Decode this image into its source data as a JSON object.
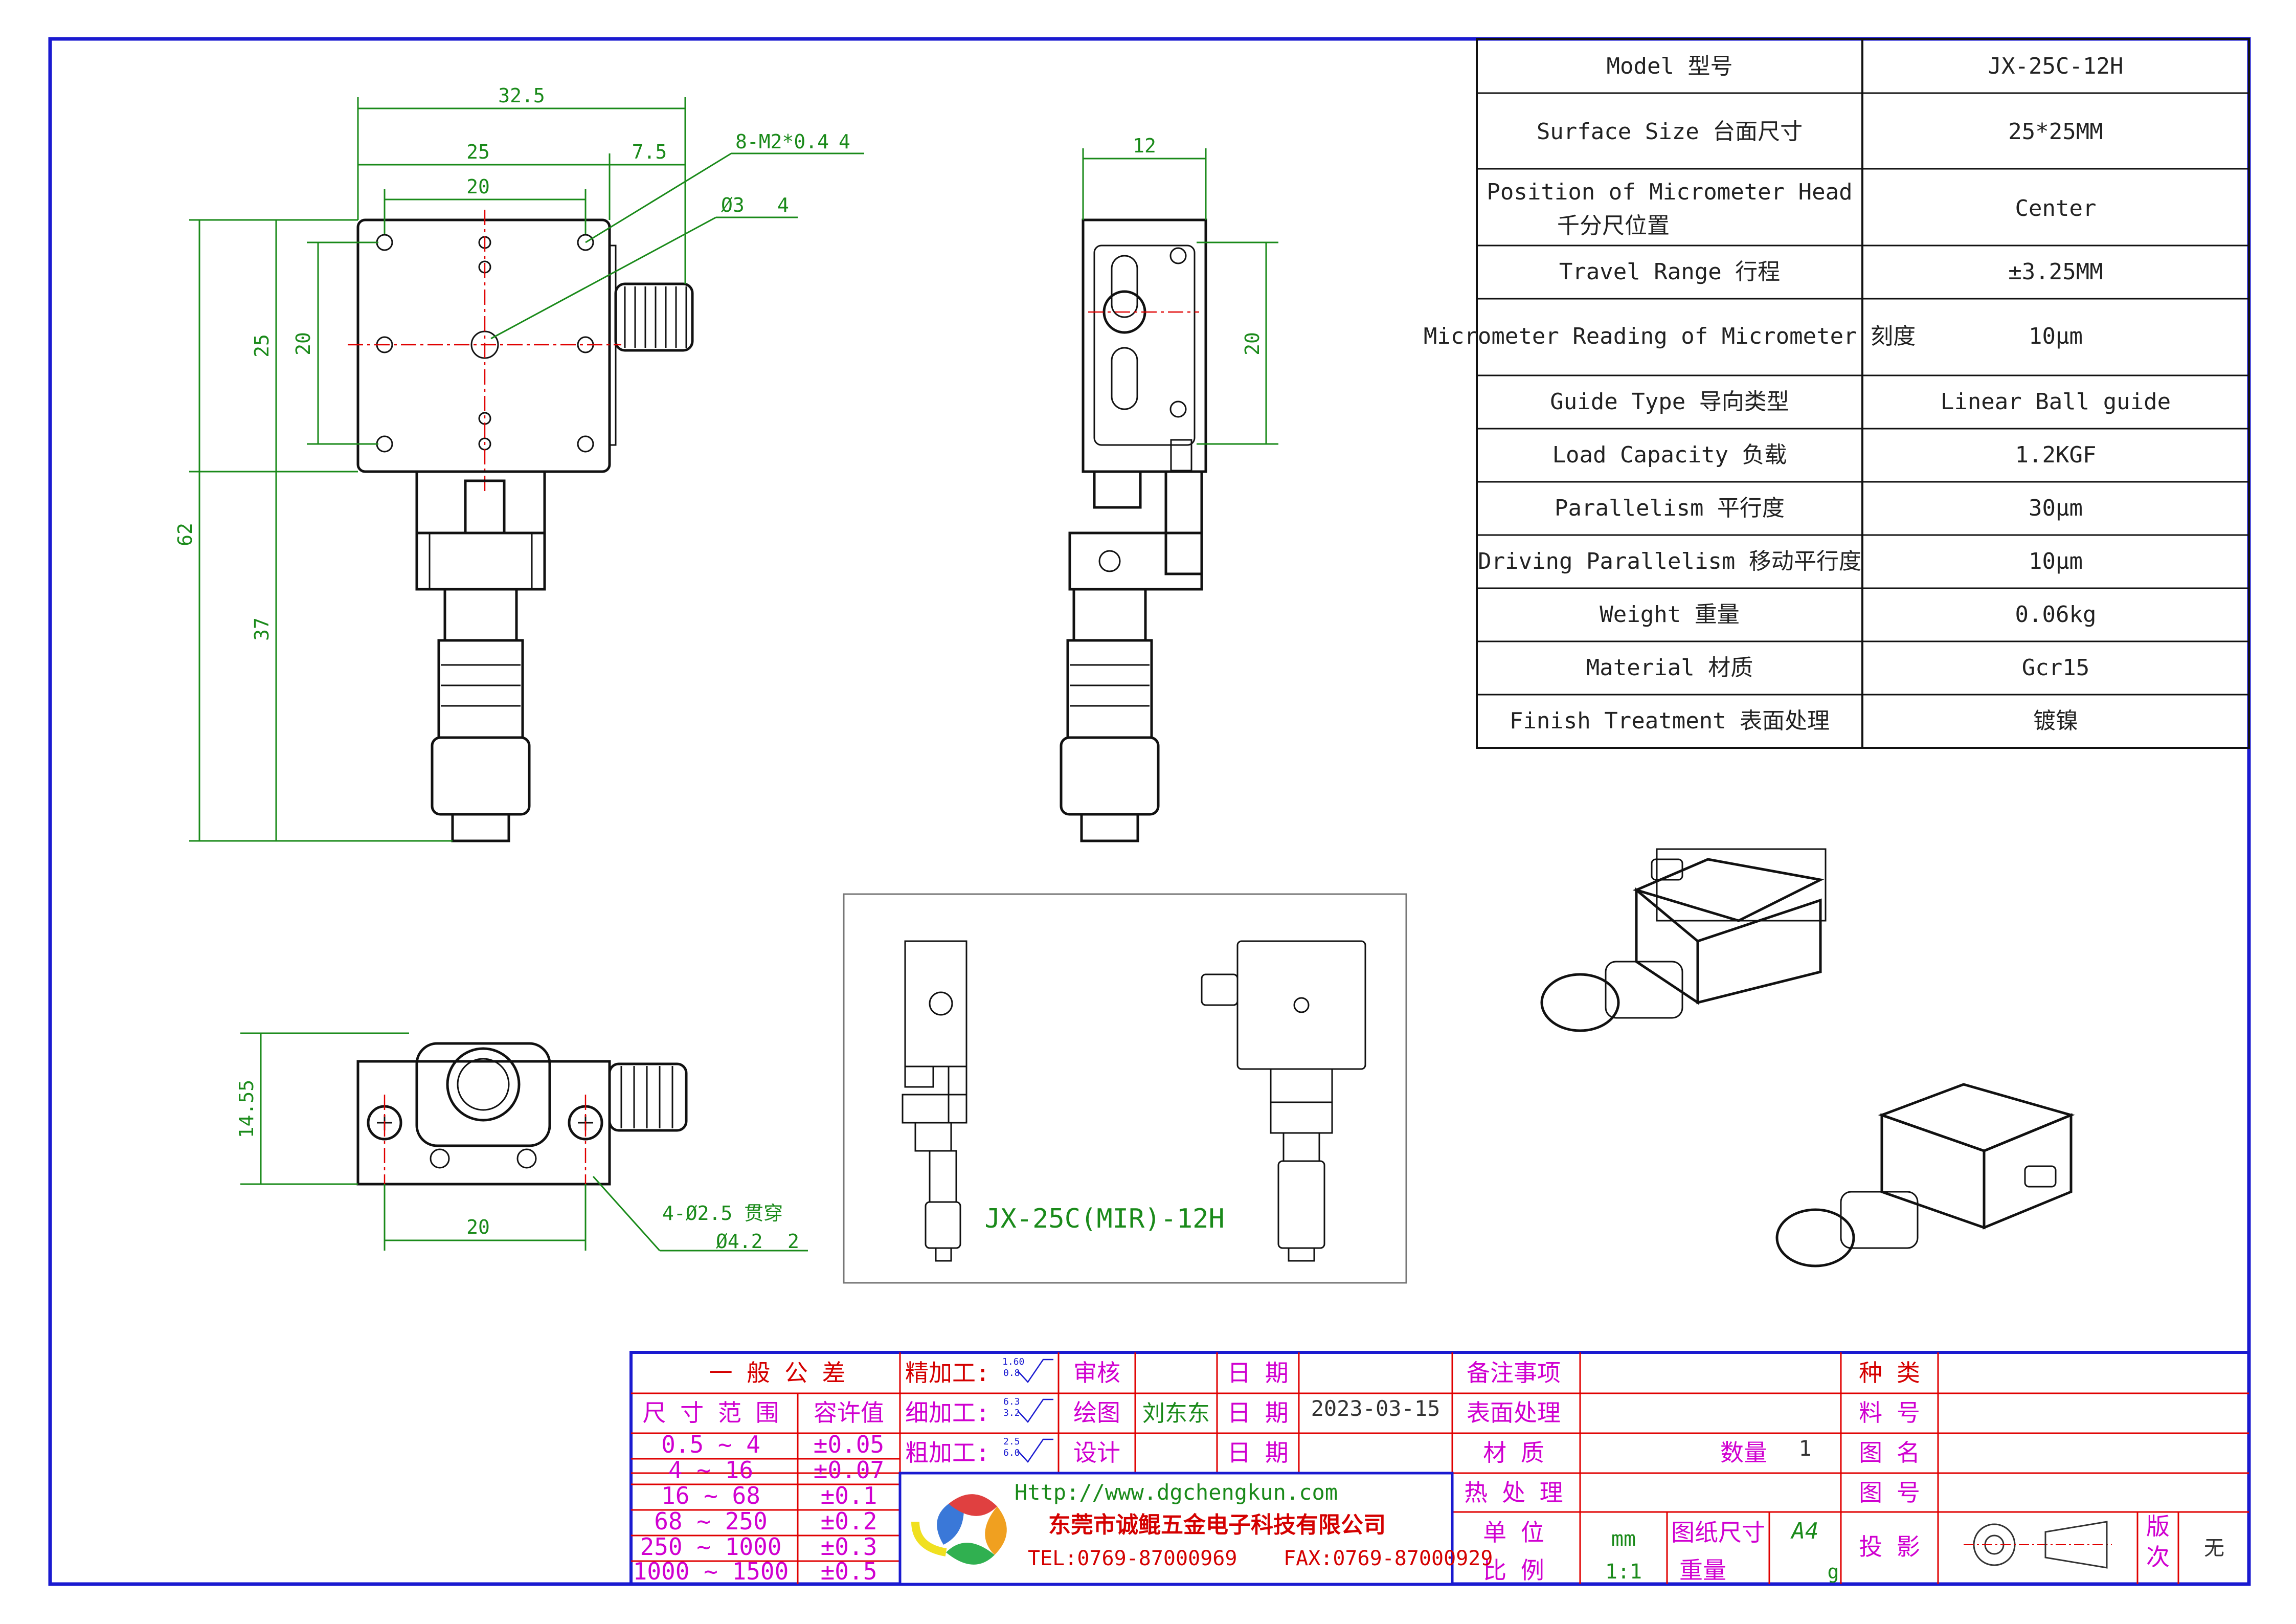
{
  "spec_table": {
    "rows": [
      {
        "label": "Model 型号",
        "value": "JX-25C-12H"
      },
      {
        "label": "Surface Size 台面尺寸",
        "value": "25*25MM"
      },
      {
        "label_line1": "Position of Micrometer Head",
        "label_line2": "千分尺位置",
        "value": "Center"
      },
      {
        "label": "Travel Range 行程",
        "value": "±3.25MM"
      },
      {
        "label": "Micrometer Reading of Micrometer 刻度",
        "value": "10μm"
      },
      {
        "label": "Guide Type 导向类型",
        "value": "Linear Ball guide"
      },
      {
        "label": "Load Capacity 负载",
        "value": "1.2KGF"
      },
      {
        "label": "Parallelism 平行度",
        "value": "30μm"
      },
      {
        "label": "Driving Parallelism 移动平行度",
        "value": "10μm"
      },
      {
        "label": "Weight 重量",
        "value": "0.06kg"
      },
      {
        "label": "Material 材质",
        "value": "Gcr15"
      },
      {
        "label": "Finish Treatment 表面处理",
        "value": "镀镍"
      }
    ]
  },
  "dimensions": {
    "top_32_5": "32.5",
    "top_25": "25",
    "top_7_5": "7.5",
    "top_20": "20",
    "left_25": "25",
    "left_20": "20",
    "left_62": "62",
    "left_37": "37",
    "side_12": "12",
    "side_20": "20",
    "bottom_14_55": "14.55",
    "bottom_20": "20",
    "callout_m2": "8-M2*0.4",
    "callout_m2_depth": "4",
    "callout_hole": "Ø3",
    "callout_hole_depth": "4",
    "callout_through": "4-Ø2.5 贯穿",
    "callout_cbore": "Ø4.2",
    "callout_cbore_depth": "2"
  },
  "inset": {
    "model_label": "JX-25C(MIR)-12H"
  },
  "title_block": {
    "general_tolerance": "一 般 公 差",
    "size_range": "尺 寸 范 围",
    "tolerance": "容许值",
    "tolerance_rows": [
      {
        "range": "0.5 ~ 4",
        "value": "±0.05"
      },
      {
        "range": "4 ~ 16",
        "value": "±0.07"
      },
      {
        "range": "16 ~ 68",
        "value": "±0.1"
      },
      {
        "range": "68 ~ 250",
        "value": "±0.2"
      },
      {
        "range": "250 ~ 1000",
        "value": "±0.3"
      },
      {
        "range": "1000 ~ 1500",
        "value": "±0.5"
      }
    ],
    "finish_machining": "精加工:",
    "fine_machining": "细加工:",
    "rough_machining": "粗加工:",
    "roughness_1_top": "1.60",
    "roughness_1_bottom": "0.8",
    "roughness_2_top": "6.3",
    "roughness_2_bottom": "3.2",
    "roughness_3_top": "2.5",
    "roughness_3_bottom": "6.0",
    "review": "审核",
    "drawing": "绘图",
    "designer_name": "刘东东",
    "design": "设计",
    "date_label_1": "日 期",
    "date_label_2": "日 期",
    "date_label_3": "日 期",
    "date_value": "2023-03-15",
    "notes": "备注事项",
    "surface_treatment": "表面处理",
    "material": "材 质",
    "quantity": "数量",
    "quantity_value": "1",
    "heat_treatment": "热 处 理",
    "unit": "单 位",
    "unit_value": "mm",
    "paper_size": "图纸尺寸",
    "paper_size_value": "A4",
    "scale": "比 例",
    "scale_value": "1:1",
    "weight": "重量",
    "weight_unit": "g",
    "category": "种 类",
    "material_no": "料 号",
    "drawing_name": "图 名",
    "drawing_no": "图 号",
    "projection": "投 影",
    "version": "版次",
    "version_value": "无",
    "company_url": "Http://www.dgchengkun.com",
    "company_name": "东莞市诚鲲五金电子科技有限公司",
    "company_tel": "TEL:0769-87000969",
    "company_fax": "FAX:0769-87000929"
  },
  "colors": {
    "border": "#1a1ad0",
    "dimension": "#1a8a1a",
    "title_red": "#e00000",
    "title_magenta": "#d000d0",
    "centerline": "#e00000"
  }
}
